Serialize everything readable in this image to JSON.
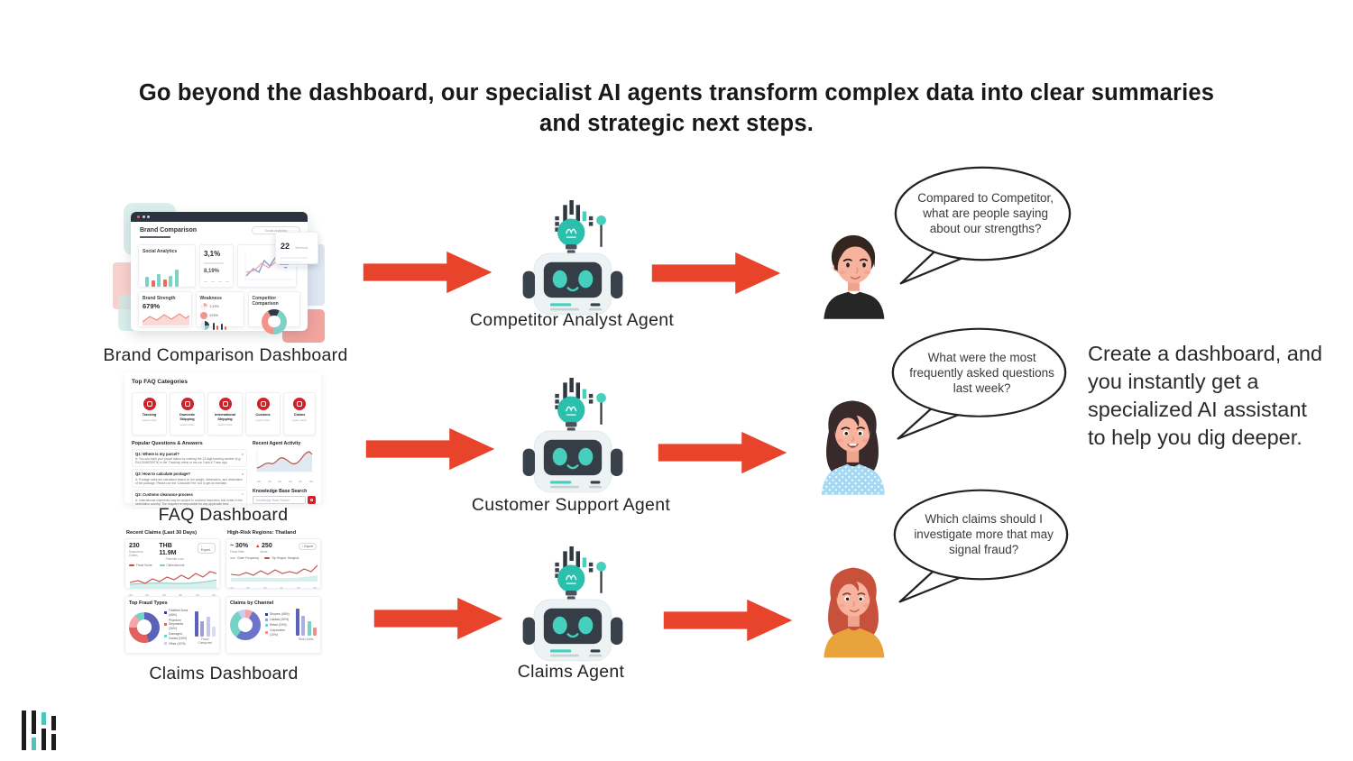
{
  "title": {
    "line1": "Go beyond the dashboard, our specialist AI agents transform complex data into clear summaries",
    "line2": "and strategic next steps."
  },
  "side_note": "Create a dashboard, and you instantly get a specialized AI assistant to help you dig deeper.",
  "rows": [
    {
      "dashboard_caption": "Brand Comparison Dashboard",
      "agent_label": "Competitor Analyst Agent",
      "question": "Compared to Competitor, what are people saying about our strengths?"
    },
    {
      "dashboard_caption": "FAQ Dashboard",
      "agent_label": "Customer Support Agent",
      "question": "What were the most frequently asked questions last week?"
    },
    {
      "dashboard_caption": "Claims Dashboard",
      "agent_label": "Claims Agent",
      "question": "Which claims should I investigate more that may signal fraud?"
    }
  ],
  "brand_dashboard": {
    "window_title": "Brand Comparison",
    "search_label": "Social Analytics",
    "social_card_title": "Social Analytics",
    "stat_primary": "3,1%",
    "stat_secondary": "8,19%",
    "mentions_value": "22",
    "mentions_label": "Mentions",
    "brand_strength_title": "Brand Strength",
    "brand_strength_value": "679%",
    "weakness_title": "Weakness",
    "weakness_stat1": "2,19%",
    "weakness_stat2": "679%",
    "competitor_title": "Competitor Comparison"
  },
  "faq_dashboard": {
    "categories_title": "Top FAQ Categories",
    "categories": [
      {
        "label": "Tracking",
        "link": "Learn more"
      },
      {
        "label": "Domestic Shipping",
        "link": "Learn more"
      },
      {
        "label": "International Shipping",
        "link": "Learn more"
      },
      {
        "label": "Customs",
        "link": "Learn more"
      },
      {
        "label": "Claims",
        "link": "Learn more"
      }
    ],
    "qa_title": "Popular Questions & Answers",
    "qa": [
      {
        "q": "Q1: Where is my parcel?",
        "a": "A: You can track your parcel status by entering the 13-digit tracking number (e.g., EA123456789TH) in the 'Tracking' menu or via our Track & Trace app."
      },
      {
        "q": "Q2: How to calculate postage?",
        "a": "A: Postage rates are calculated based on the weight, dimensions, and destination of the package. Please use the 'Calculate Fee' tool to get an estimate."
      },
      {
        "q": "Q3: Customs clearance process",
        "a": "A: International shipments may be subject to customs inspection and duties in the destination country. The recipient is responsible for any applicable fees."
      }
    ],
    "activity_title": "Recent Agent Activity",
    "search_title": "Knowledge Base Search",
    "search_placeholder": "Knowledge Base Search"
  },
  "claims_dashboard": {
    "recent_title": "Recent Claims (Last 30 Days)",
    "suspicious_value": "230",
    "suspicious_label": "Suspicious Claims",
    "loss_value": "THB 11.9M",
    "loss_label": "Potential Loss",
    "export_label": "Export",
    "recent_legend": [
      "Fraud Score",
      "Claim Amount"
    ],
    "risk_title": "High-Risk Regions: Thailand",
    "fraud_rate_value": "~ 30%",
    "fraud_rate_label": "Fraud Rate",
    "alerts_value": "250",
    "alerts_label": "Alerts",
    "risk_legend": [
      "Claim Frequency",
      "Top Region: Bangkok"
    ],
    "fraud_types_title": "Top Fraud Types",
    "fraud_types_legend": [
      "Falsified Docs (45%)",
      "Phantom Shipments (30%)",
      "Damaged Goods (15%)",
      "Other (10%)"
    ],
    "fraud_bars_label": "Fraud Categories",
    "channel_title": "Claims by Channel",
    "channel_legend": [
      "Shopee (45%)",
      "Lazada (30%)",
      "Retail (15%)",
      "Corporates (10%)"
    ],
    "risk_bars_label": "Risk Levels"
  },
  "colors": {
    "arrow_red": "#e8432b",
    "teal_accent": "#45cfbc",
    "navy": "#353d47",
    "brand_red": "#cf2127"
  }
}
